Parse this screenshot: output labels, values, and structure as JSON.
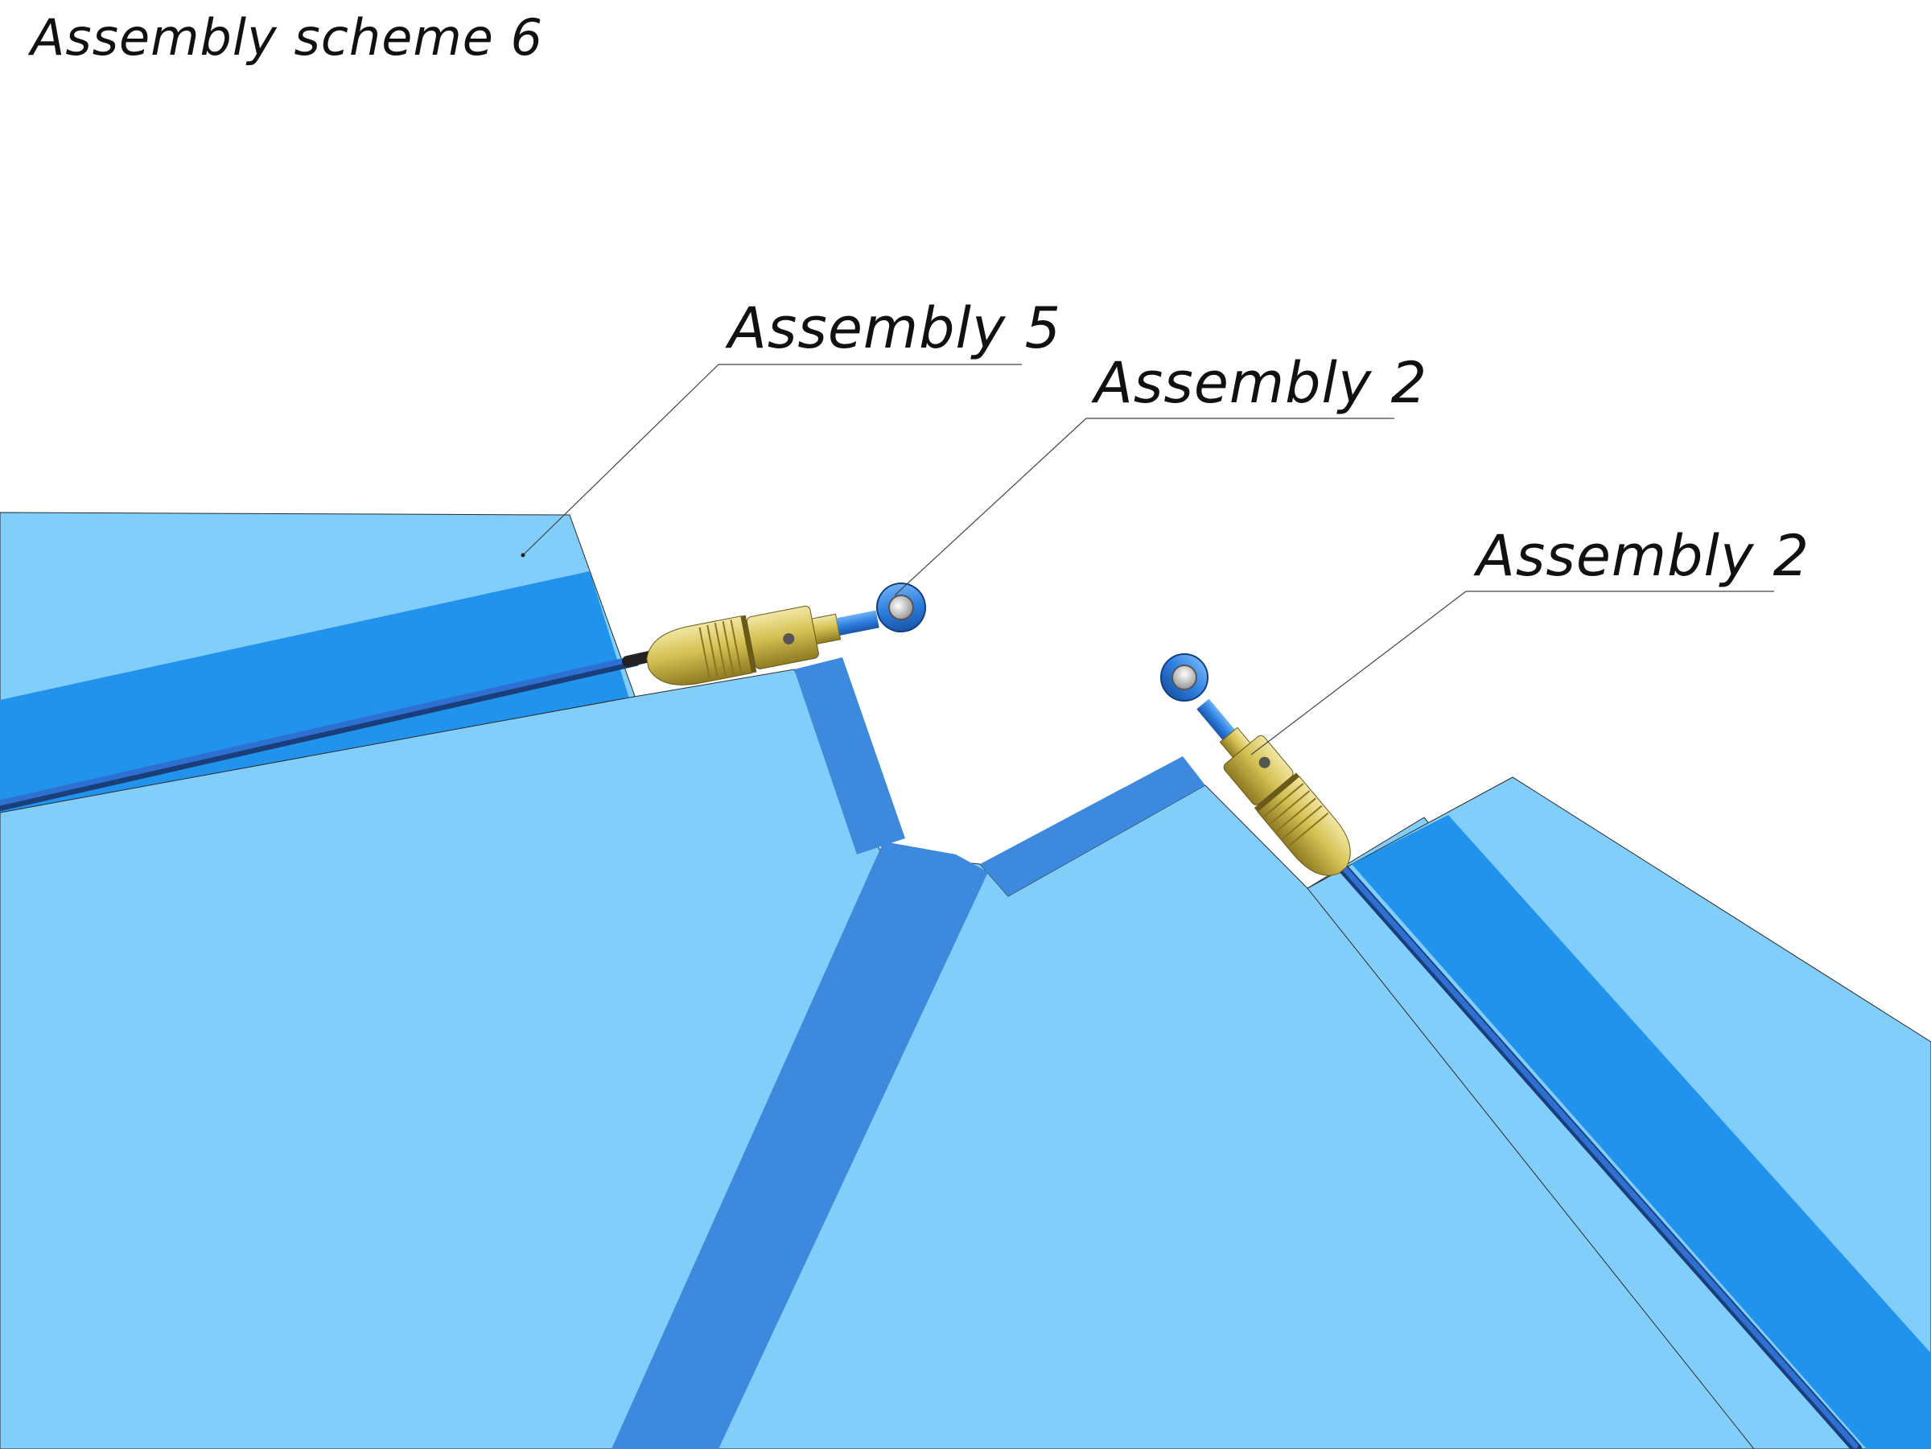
{
  "title": "Assembly scheme 6",
  "callouts": {
    "assembly5": "Assembly 5",
    "assembly2_left": "Assembly 2",
    "assembly2_right": "Assembly 2"
  },
  "colors": {
    "panel_light": "#82CEFB",
    "band": "#2193EC",
    "seam": "#3D89DD",
    "cable": "#2E6FD2",
    "connector_brass": "#D7C45A",
    "rod_end": "#2D7FE0",
    "leader": "#444444"
  }
}
